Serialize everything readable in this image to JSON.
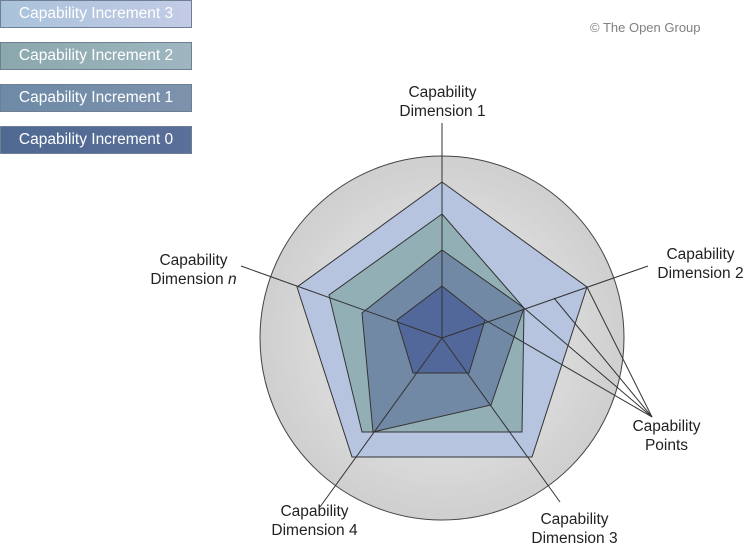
{
  "legend": [
    {
      "label": "Capability Increment 3",
      "color": "#b5c6e0"
    },
    {
      "label": "Capability Increment 2",
      "color": "#94afb7"
    },
    {
      "label": "Capability Increment 1",
      "color": "#748ca8"
    },
    {
      "label": "Capability Increment 0",
      "color": "#54699a"
    }
  ],
  "copyright": "© The Open Group",
  "dimensions": [
    {
      "line1": "Capability",
      "line2": "Dimension 1",
      "italic_suffix": ""
    },
    {
      "line1": "Capability",
      "line2": "Dimension 2",
      "italic_suffix": ""
    },
    {
      "line1": "Capability",
      "line2": "Dimension 3",
      "italic_suffix": ""
    },
    {
      "line1": "Capability",
      "line2": "Dimension 4",
      "italic_suffix": ""
    },
    {
      "line1": "Capability",
      "line2": "Dimension ",
      "italic_suffix": "n"
    }
  ],
  "points_label": {
    "line1": "Capability",
    "line2": "Points"
  },
  "colors": {
    "circle": "#d9d9d9",
    "increment3": "#b5c6e0",
    "increment2": "#94afb7",
    "increment1": "#748ca8",
    "increment0": "#54699a"
  }
}
